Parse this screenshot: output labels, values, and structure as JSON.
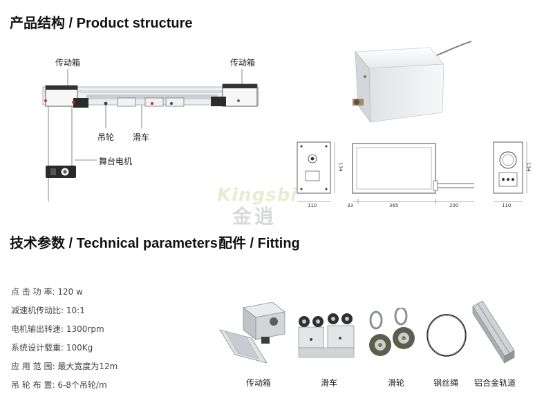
{
  "sections": {
    "structure_title": "产品结构 / Product structure",
    "params_title": "技术参数 / Technical parameters",
    "fitting_title": "配件 / Fitting"
  },
  "diagram_labels": {
    "gearbox_left": "传动箱",
    "gearbox_right": "传动箱",
    "pulley": "吊轮",
    "trolley": "滑车",
    "stage_motor": "舞台电机"
  },
  "dimensions": {
    "side_width": "110",
    "side_height": "134",
    "body_offset": "33",
    "body_length": "365",
    "shaft_length": "200",
    "end_width": "110",
    "end_height": "134"
  },
  "watermark": {
    "brand_latin": "Kingsbi",
    "brand_cn": "金逍"
  },
  "parameters": [
    {
      "key": "点 击 功 率",
      "sep": ":",
      "value": "120 w"
    },
    {
      "key": "减速机传动比",
      "sep": ":",
      "value": "10:1"
    },
    {
      "key": "电机输出转速",
      "sep": ":",
      "value": "1300rpm"
    },
    {
      "key": "系统设计载重",
      "sep": ":",
      "value": "100Kg"
    },
    {
      "key": "应 用 范 围",
      "sep": ":",
      "value": "最大宽度为12m"
    },
    {
      "key": "吊 轮 布 置",
      "sep": ":",
      "value": "6-8个吊轮/m"
    }
  ],
  "fittings": [
    {
      "label": "传动箱",
      "icon": "gearbox-icon"
    },
    {
      "label": "滑车",
      "icon": "trolley-icon"
    },
    {
      "label": "滑轮",
      "icon": "pulley-icon"
    },
    {
      "label": "钢丝绳",
      "icon": "wire-rope-icon"
    },
    {
      "label": "铝合金轨道",
      "icon": "aluminum-track-icon"
    }
  ]
}
